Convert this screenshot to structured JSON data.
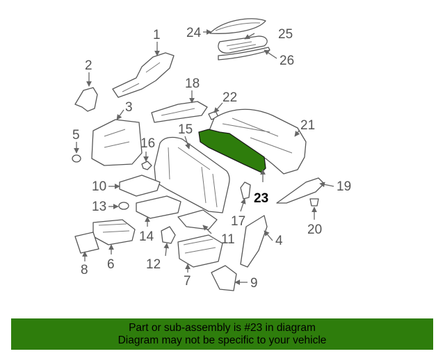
{
  "callouts": {
    "c1": "1",
    "c2": "2",
    "c3": "3",
    "c4": "4",
    "c5": "5",
    "c6": "6",
    "c7": "7",
    "c8": "8",
    "c9": "9",
    "c10": "10",
    "c11": "11",
    "c12": "12",
    "c13": "13",
    "c14": "14",
    "c15": "15",
    "c16": "16",
    "c17": "17",
    "c18": "18",
    "c19": "19",
    "c20": "20",
    "c21": "21",
    "c22": "22",
    "c23": "23",
    "c24": "24",
    "c25": "25",
    "c26": "26"
  },
  "highlight": {
    "part_number": "23",
    "color": "#2e7d0c"
  },
  "footer": {
    "line1": "Part or sub-assembly is #23 in diagram",
    "line2": "Diagram may not be specific to your vehicle",
    "background": "#2e7d0c"
  }
}
